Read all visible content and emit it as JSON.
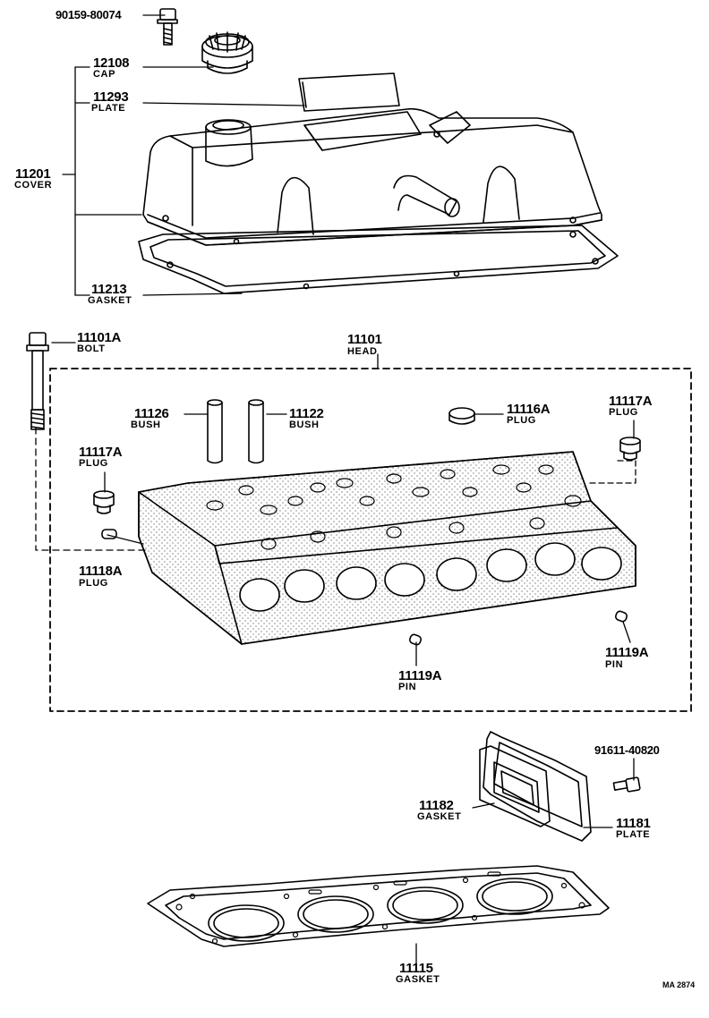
{
  "diagram": {
    "code": "MA 2874",
    "parts": [
      {
        "id": "bolt-top",
        "number": "90159-80074",
        "name": ""
      },
      {
        "id": "cap",
        "number": "12108",
        "name": "CAP"
      },
      {
        "id": "plate-top",
        "number": "11293",
        "name": "PLATE"
      },
      {
        "id": "cover",
        "number": "11201",
        "name": "COVER"
      },
      {
        "id": "gasket-cover",
        "number": "11213",
        "name": "GASKET"
      },
      {
        "id": "bolt-head",
        "number": "11101A",
        "name": "BOLT"
      },
      {
        "id": "head",
        "number": "11101",
        "name": "HEAD"
      },
      {
        "id": "bush-left",
        "number": "11126",
        "name": "BUSH"
      },
      {
        "id": "bush-right",
        "number": "11122",
        "name": "BUSH"
      },
      {
        "id": "plug-ring",
        "number": "11116A",
        "name": "PLUG"
      },
      {
        "id": "plug-right",
        "number": "11117A",
        "name": "PLUG"
      },
      {
        "id": "plug-left",
        "number": "11117A",
        "name": "PLUG"
      },
      {
        "id": "plug-small",
        "number": "11118A",
        "name": "PLUG"
      },
      {
        "id": "pin-center",
        "number": "11119A",
        "name": "PIN"
      },
      {
        "id": "pin-right",
        "number": "11119A",
        "name": "PIN"
      },
      {
        "id": "bolt-plate",
        "number": "91611-40820",
        "name": ""
      },
      {
        "id": "gasket-plate",
        "number": "11182",
        "name": "GASKET"
      },
      {
        "id": "plate-side",
        "number": "11181",
        "name": "PLATE"
      },
      {
        "id": "gasket-head",
        "number": "11115",
        "name": "GASKET"
      }
    ]
  }
}
